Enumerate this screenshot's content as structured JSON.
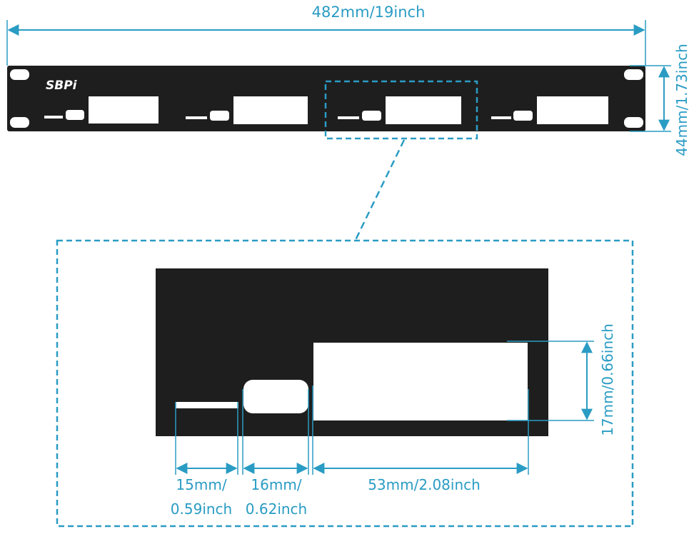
{
  "brand": {
    "logo_text": "SBPi"
  },
  "colors": {
    "panel": "#1e1e1e",
    "accent": "#2a9cc4",
    "background": "#ffffff",
    "cutout": "#ffffff"
  },
  "dimensions": {
    "width": "482mm/19inch",
    "height": "44mm/1.73inch",
    "port_small_line1": "15mm/",
    "port_small_line2": "0.59inch",
    "port_medium_line1": "16mm/",
    "port_medium_line2": "0.62inch",
    "port_large_width": "53mm/2.08inch",
    "port_large_height": "17mm/0.66inch"
  }
}
